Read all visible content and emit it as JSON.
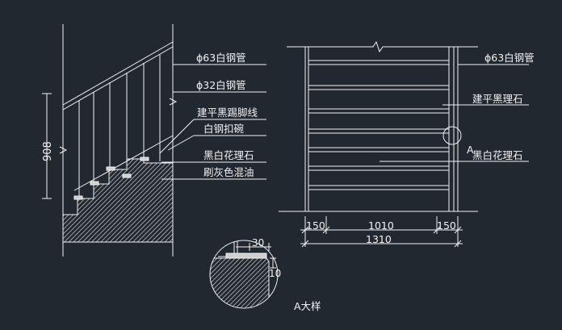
{
  "colors": {
    "background": "#212830",
    "line": "#f2f2f2",
    "hatch": "#cfcfcf"
  },
  "side_view": {
    "height_dimension": "908",
    "labels": [
      "ϕ63白钢管",
      "ϕ32白钢管",
      "建平黑踢脚线",
      "白钢扣碗",
      "黑白花理石",
      "刷灰色混油"
    ]
  },
  "front_view": {
    "labels": [
      "ϕ63白钢管",
      "建平黑理石",
      "黑白花理石"
    ],
    "detail_marker": "A",
    "dimensions": {
      "left": "150",
      "middle": "1010",
      "right": "150",
      "total": "1310"
    }
  },
  "detail_view": {
    "dim_top": "30",
    "dim_right": "10",
    "title": "A大样"
  }
}
